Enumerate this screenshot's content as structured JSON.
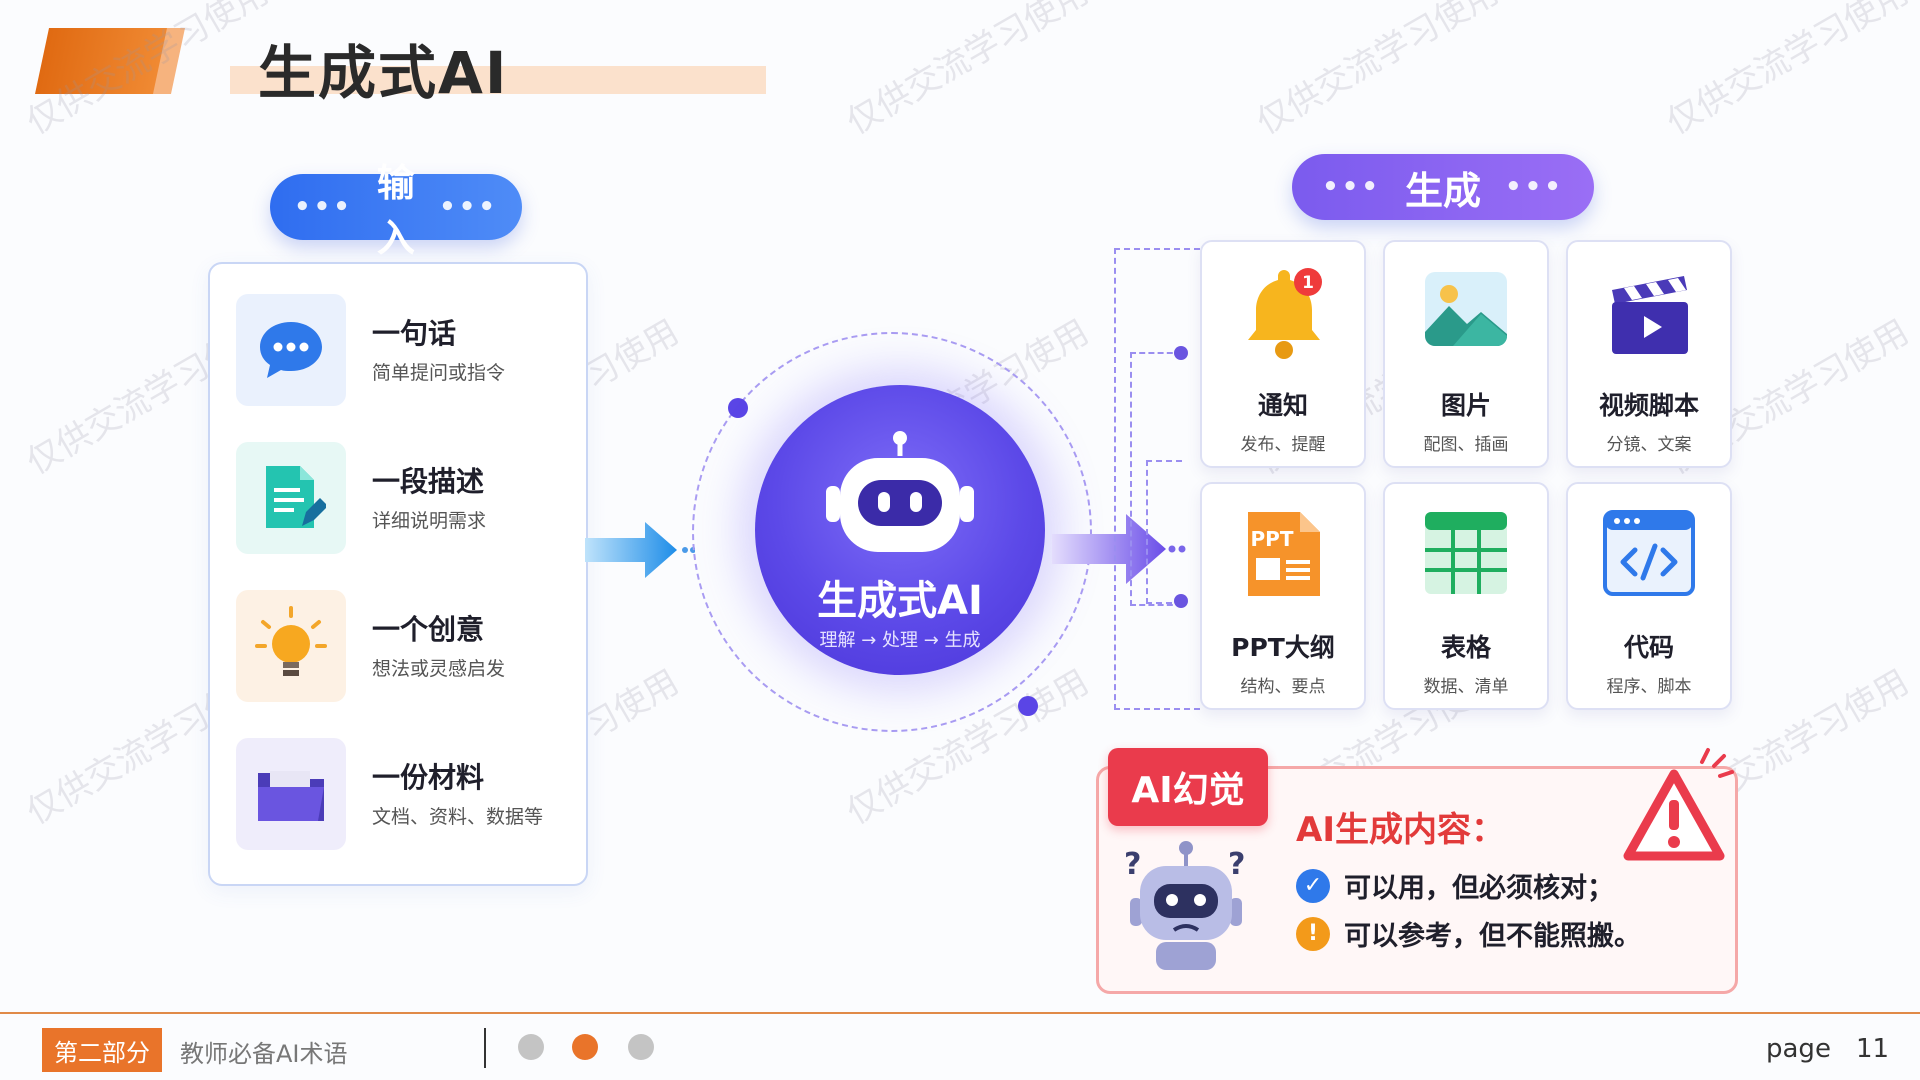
{
  "header": {
    "title": "生成式AI"
  },
  "watermark": "仅供交流学习使用",
  "input": {
    "label": "输入",
    "items": [
      {
        "title": "一句话",
        "sub": "简单提问或指令"
      },
      {
        "title": "一段描述",
        "sub": "详细说明需求"
      },
      {
        "title": "一个创意",
        "sub": "想法或灵感启发"
      },
      {
        "title": "一份材料",
        "sub": "文档、资料、数据等"
      }
    ]
  },
  "center": {
    "title": "生成式AI",
    "sub": "理解 → 处理 → 生成"
  },
  "output": {
    "label": "生成",
    "badge": "1",
    "ppt_icon_text": "PPT",
    "items": [
      {
        "title": "通知",
        "sub": "发布、提醒"
      },
      {
        "title": "图片",
        "sub": "配图、插画"
      },
      {
        "title": "视频脚本",
        "sub": "分镜、文案"
      },
      {
        "title": "PPT大纲",
        "sub": "结构、要点"
      },
      {
        "title": "表格",
        "sub": "数据、清单"
      },
      {
        "title": "代码",
        "sub": "程序、脚本"
      }
    ]
  },
  "hallucination": {
    "tag": "AI幻觉",
    "heading": "AI生成内容：",
    "line1": "可以用，但必须核对；",
    "line2": "可以参考，但不能照搬。"
  },
  "footer": {
    "section": "第二部分",
    "topic": "教师必备AI术语",
    "page_label": "page",
    "page_number": "11"
  },
  "colors": {
    "accent": "#e9742a",
    "blue": "#2f6df0",
    "purple": "#7b5bee",
    "warning": "#ea3b4c"
  }
}
